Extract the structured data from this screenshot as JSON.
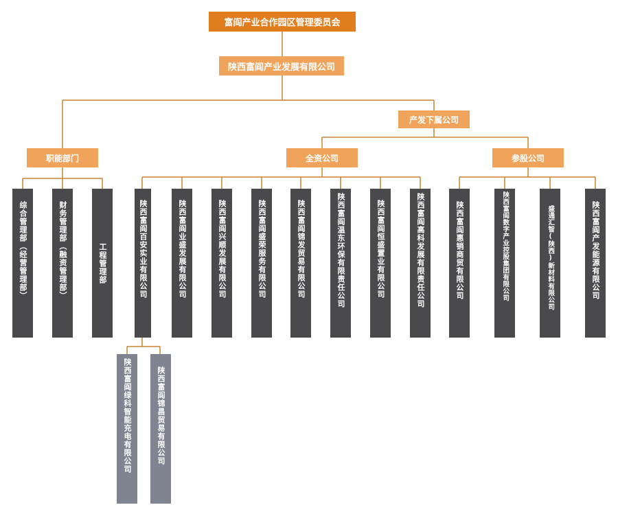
{
  "chart": {
    "root": "富阎产业合作园区管理委员会",
    "company": "陕西富阎产业发展有限公司",
    "subsidiaries": "产发下属公司",
    "functional": {
      "label": "职能部门",
      "units": [
        "综合管理部（经营管理部）",
        "财务管理部（融资管理部）",
        "工程管理部"
      ]
    },
    "wholly_owned": {
      "label": "全资公司",
      "units": [
        "陕西富阎百安实业有限公司",
        "陕西富阎业盛发展有限公司",
        "陕西富阎兴顺发展有限公司",
        "陕西富阎盛荣服务有限公司",
        "陕西富阎锦发贸易有限公司",
        "陕西富阎温东环保有限责任公司",
        "陕西富阎恒盛置业有限公司",
        "陕西富阎高科发展有限责任公司"
      ]
    },
    "shareholding": {
      "label": "参股公司",
      "units": [
        "陕西富阎惠销商贸有限公司",
        "陕西富阎数字产业控股集团有限公司",
        "盛通汇智(陕西)新材料有限公司",
        "陕西富阎产发能源有限公司"
      ]
    },
    "baian_subs": [
      "陕西富阎绿科智能充电有限公司",
      "陕西富阎锦昌贸易有限公司"
    ]
  }
}
